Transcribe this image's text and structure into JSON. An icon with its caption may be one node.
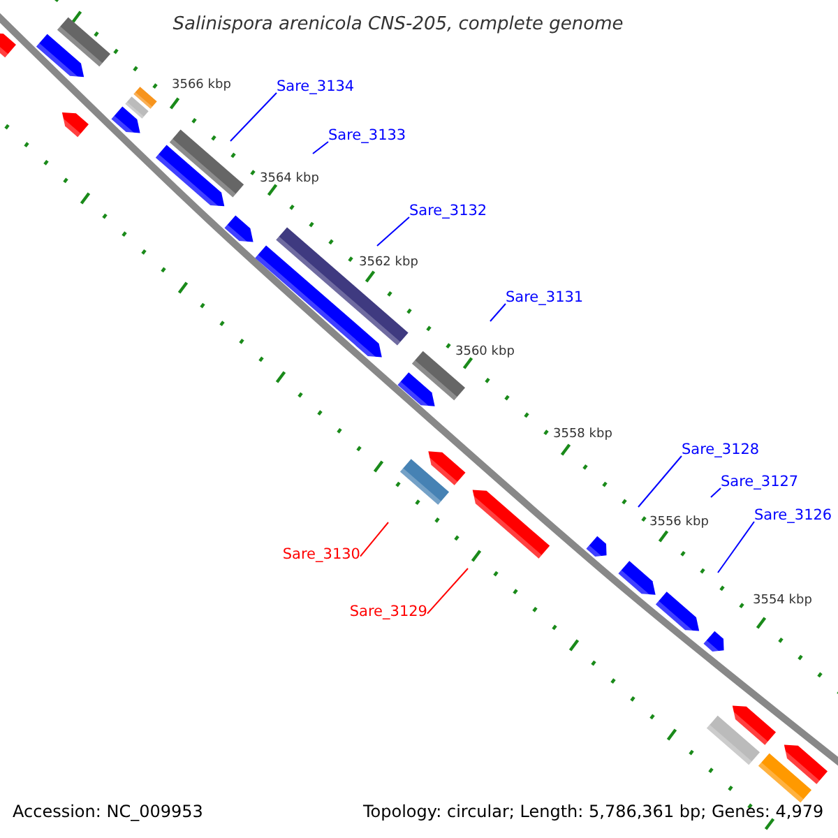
{
  "diagram": {
    "title": "Salinispora arenicola CNS-205, complete genome",
    "nodes": [
      {
        "text": [
          "Sare_3134"
        ]
      },
      {
        "text": [
          "Sare_3133"
        ]
      },
      {
        "text": [
          "Sare_3132"
        ]
      },
      {
        "text": [
          "Sare_3131"
        ]
      },
      {
        "text": [
          "Sare_3130"
        ]
      },
      {
        "text": [
          "Sare_3129"
        ]
      },
      {
        "text": [
          "Sare_3128"
        ]
      },
      {
        "text": [
          "Sare_3127"
        ]
      },
      {
        "text": [
          "Sare_3126"
        ]
      }
    ],
    "edges": [
      {
        "from": 0,
        "to": null,
        "arrow": "none"
      },
      {
        "from": 1,
        "to": null,
        "arrow": "none"
      },
      {
        "from": 2,
        "to": null,
        "arrow": "none"
      },
      {
        "from": 3,
        "to": null,
        "arrow": "none"
      },
      {
        "from": 4,
        "to": null,
        "arrow": "none",
        "color": "#ff0000"
      },
      {
        "from": 5,
        "to": null,
        "arrow": "none",
        "color": "#ff0000"
      },
      {
        "from": 6,
        "to": null,
        "arrow": "none"
      },
      {
        "from": 7,
        "to": null,
        "arrow": "none"
      },
      {
        "from": 8,
        "to": null,
        "arrow": "none"
      }
    ],
    "labels": [
      "3566 kbp",
      "3564 kbp",
      "3562 kbp",
      "3560 kbp",
      "3558 kbp",
      "3556 kbp",
      "3554 kbp",
      "Accession: NC_009953",
      "Topology: circular; Length: 5,786,361 bp; Genes: 4,979"
    ]
  }
}
